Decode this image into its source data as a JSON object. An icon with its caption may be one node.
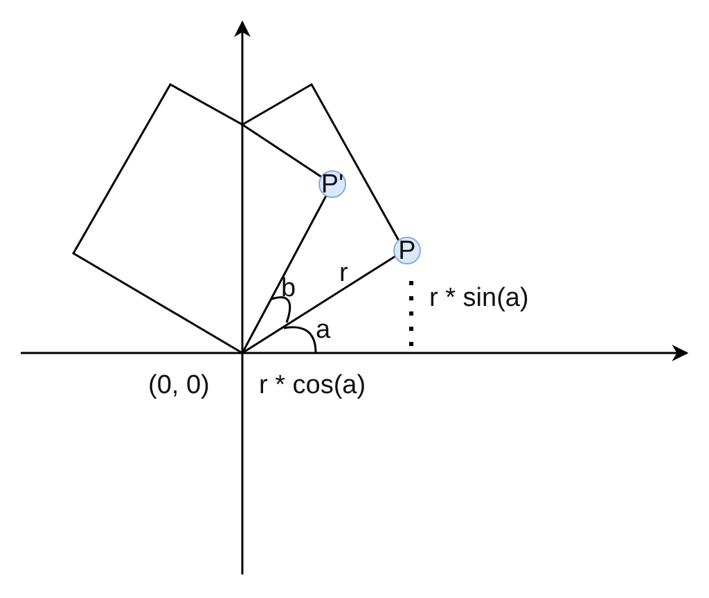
{
  "diagram": {
    "nodes": [
      {
        "text": [
          "P'"
        ]
      },
      {
        "text": [
          "P"
        ]
      }
    ],
    "labels": [
      "b",
      "r",
      "a",
      "r * sin(a)",
      "(0, 0)",
      "r * cos(a)"
    ]
  }
}
